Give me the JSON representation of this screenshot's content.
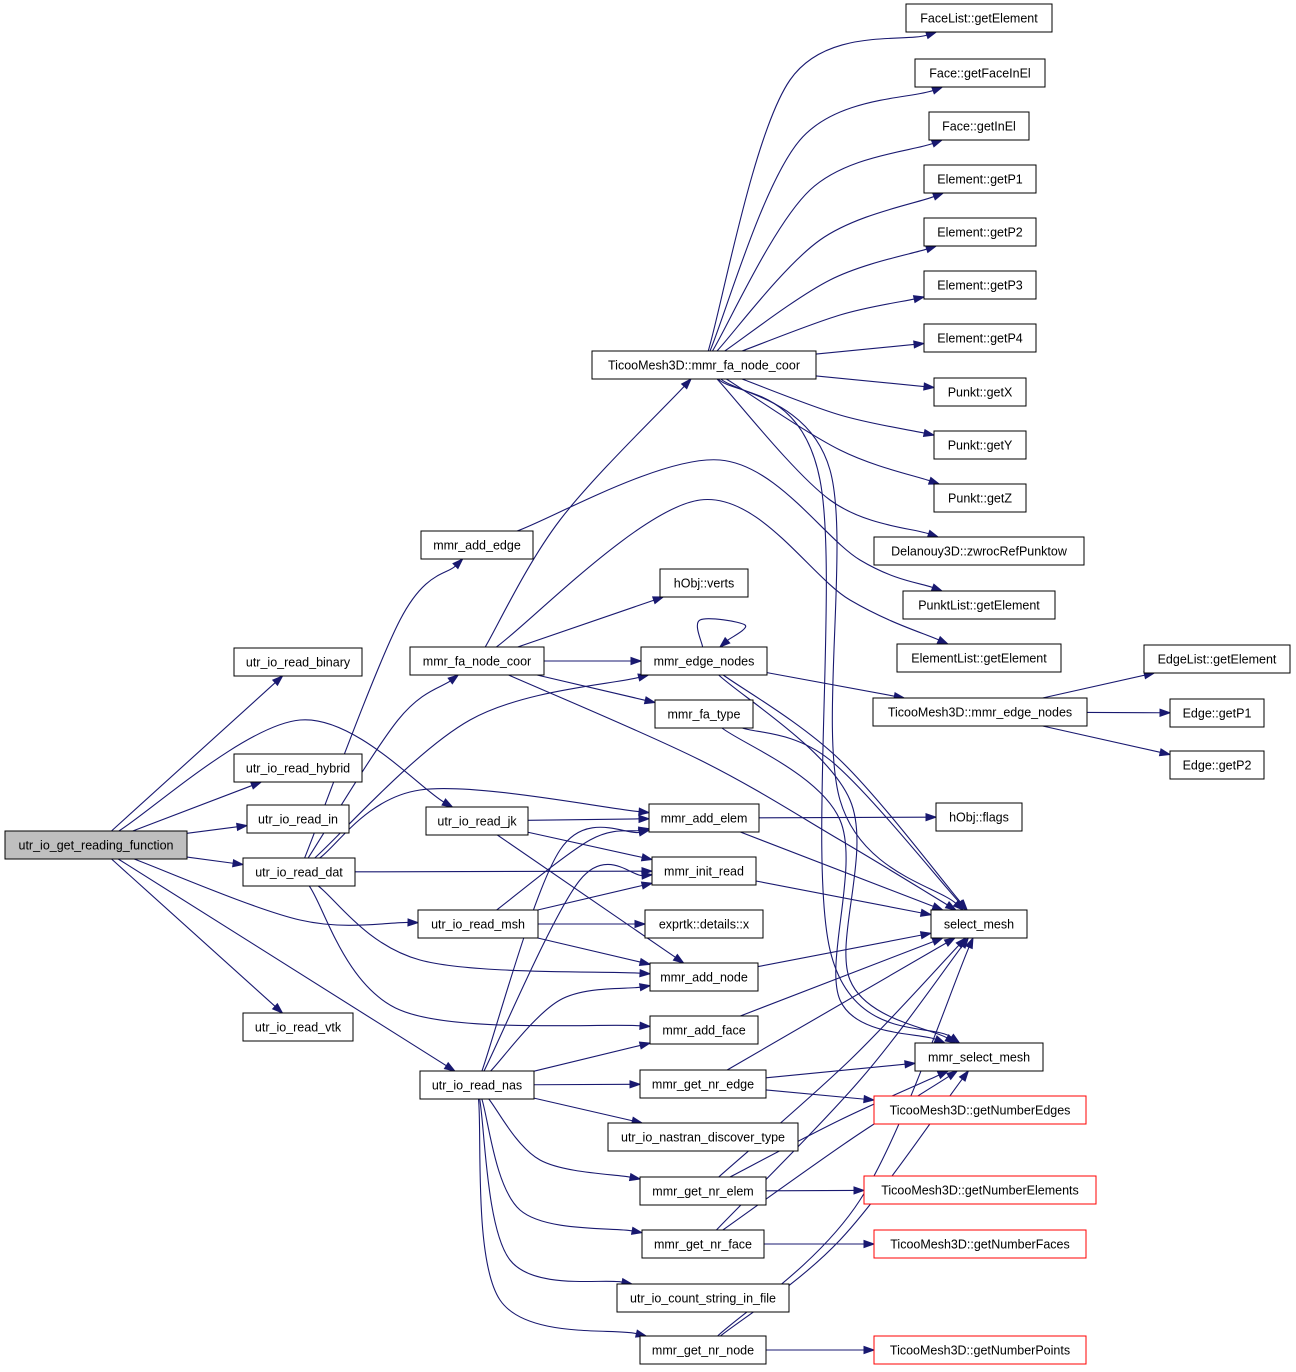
{
  "graph": {
    "root": "utr_io_get_reading_function",
    "colors": {
      "edge": "#191970",
      "node_border": "#000000",
      "root_fill": "#bfbfbf",
      "external_border": "#ff0000"
    },
    "nodes": {
      "root": {
        "label": "utr_io_get_reading_function"
      },
      "read_binary": {
        "label": "utr_io_read_binary"
      },
      "read_hybrid": {
        "label": "utr_io_read_hybrid"
      },
      "read_in": {
        "label": "utr_io_read_in"
      },
      "read_dat": {
        "label": "utr_io_read_dat"
      },
      "read_vtk": {
        "label": "utr_io_read_vtk"
      },
      "read_jk": {
        "label": "utr_io_read_jk"
      },
      "read_msh": {
        "label": "utr_io_read_msh"
      },
      "read_nas": {
        "label": "utr_io_read_nas"
      },
      "mmr_add_edge": {
        "label": "mmr_add_edge"
      },
      "mmr_fa_node_coor": {
        "label": "mmr_fa_node_coor"
      },
      "hobj_verts": {
        "label": "hObj::verts"
      },
      "mmr_edge_nodes": {
        "label": "mmr_edge_nodes"
      },
      "mmr_fa_type": {
        "label": "mmr_fa_type"
      },
      "mmr_add_elem": {
        "label": "mmr_add_elem"
      },
      "mmr_init_read": {
        "label": "mmr_init_read"
      },
      "exprtk_x": {
        "label": "exprtk::details::x"
      },
      "mmr_add_node": {
        "label": "mmr_add_node"
      },
      "mmr_add_face": {
        "label": "mmr_add_face"
      },
      "mmr_get_nr_edge": {
        "label": "mmr_get_nr_edge"
      },
      "nastran_discover": {
        "label": "utr_io_nastran_discover_type"
      },
      "mmr_get_nr_elem": {
        "label": "mmr_get_nr_elem"
      },
      "mmr_get_nr_face": {
        "label": "mmr_get_nr_face"
      },
      "count_string": {
        "label": "utr_io_count_string_in_file"
      },
      "mmr_get_nr_node": {
        "label": "mmr_get_nr_node"
      },
      "ticoo_fa_node_coor": {
        "label": "TicooMesh3D::mmr_fa_node_coor"
      },
      "facelist_getelement": {
        "label": "FaceList::getElement"
      },
      "face_getfaceinel": {
        "label": "Face::getFaceInEl"
      },
      "face_getinel": {
        "label": "Face::getInEl"
      },
      "element_getp1": {
        "label": "Element::getP1"
      },
      "element_getp2": {
        "label": "Element::getP2"
      },
      "element_getp3": {
        "label": "Element::getP3"
      },
      "element_getp4": {
        "label": "Element::getP4"
      },
      "punkt_getx": {
        "label": "Punkt::getX"
      },
      "punkt_gety": {
        "label": "Punkt::getY"
      },
      "punkt_getz": {
        "label": "Punkt::getZ"
      },
      "delanouy": {
        "label": "Delanouy3D::zwrocRefPunktow"
      },
      "punktlist_getelement": {
        "label": "PunktList::getElement"
      },
      "elementlist_getelement": {
        "label": "ElementList::getElement"
      },
      "ticoo_edge_nodes": {
        "label": "TicooMesh3D::mmr_edge_nodes"
      },
      "edgelist_getelement": {
        "label": "EdgeList::getElement"
      },
      "edge_getp1": {
        "label": "Edge::getP1"
      },
      "edge_getp2": {
        "label": "Edge::getP2"
      },
      "hobj_flags": {
        "label": "hObj::flags"
      },
      "select_mesh": {
        "label": "select_mesh"
      },
      "mmr_select_mesh": {
        "label": "mmr_select_mesh"
      },
      "get_number_edges": {
        "label": "TicooMesh3D::getNumberEdges"
      },
      "get_number_elements": {
        "label": "TicooMesh3D::getNumberElements"
      },
      "get_number_faces": {
        "label": "TicooMesh3D::getNumberFaces"
      },
      "get_number_points": {
        "label": "TicooMesh3D::getNumberPoints"
      }
    }
  }
}
